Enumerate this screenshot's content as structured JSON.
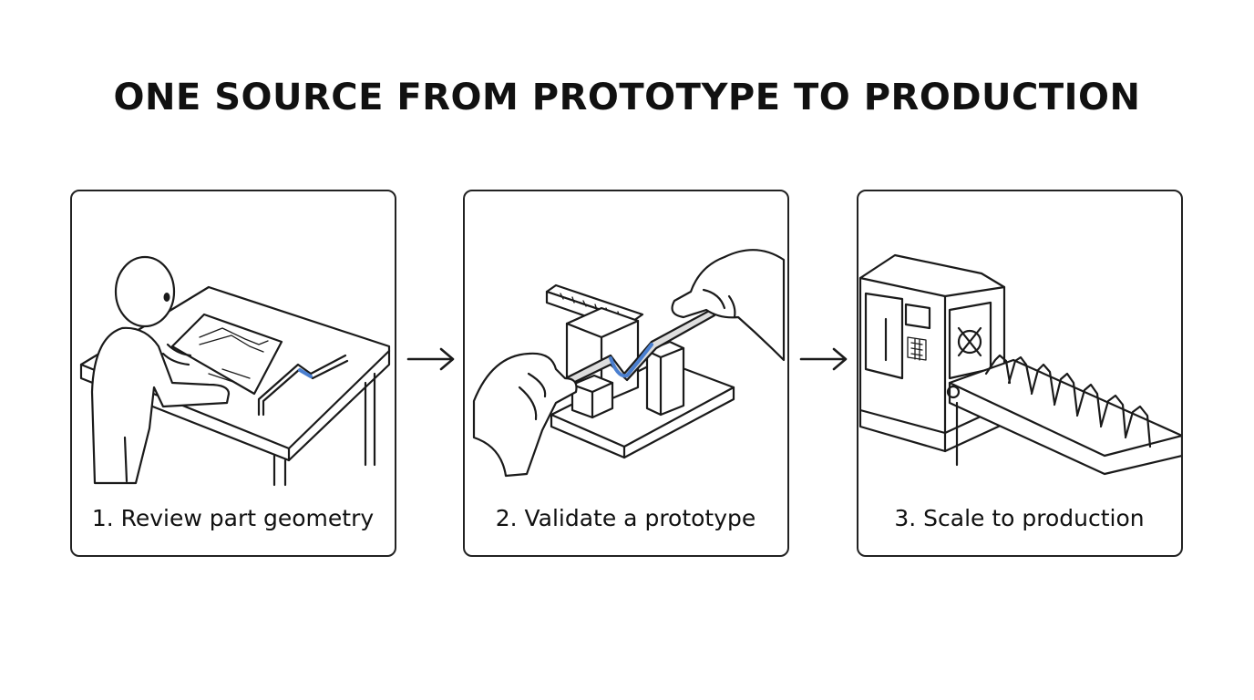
{
  "title": "ONE SOURCE FROM PROTOTYPE TO PRODUCTION",
  "accent_color": "#4a7fd0",
  "steps": [
    {
      "caption": "1. Review part geometry",
      "icon": "engineer-reviewing-drawing-icon"
    },
    {
      "caption": "2. Validate a prototype",
      "icon": "hands-testing-prototype-icon"
    },
    {
      "caption": "3. Scale to production",
      "icon": "cnc-machine-conveyor-icon"
    }
  ],
  "connectors": [
    "arrow-right-icon",
    "arrow-right-icon"
  ]
}
